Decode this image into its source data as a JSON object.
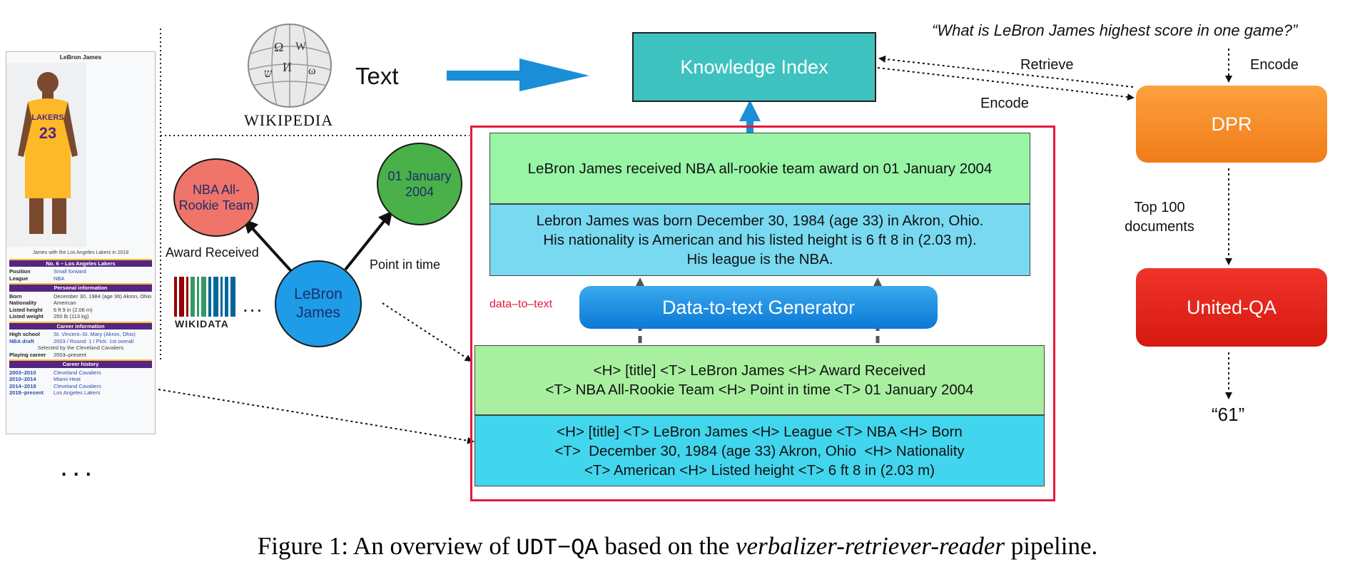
{
  "infobox": {
    "title": "LeBron James",
    "photo_caption": "James with the Los Angeles Lakers in 2018",
    "jersey_team": "LAKERS",
    "jersey_number": "23",
    "header_team": "No. 6 – Los Angeles Lakers",
    "basic_rows": [
      {
        "key": "Position",
        "value": "Small forward"
      },
      {
        "key": "League",
        "value": "NBA"
      }
    ],
    "personal_header": "Personal information",
    "personal_rows": [
      {
        "key": "Born",
        "value": "December 30, 1984 (age 36) Akron, Ohio"
      },
      {
        "key": "Nationality",
        "value": "American"
      },
      {
        "key": "Listed height",
        "value": "6 ft 9 in (2.06 m)"
      },
      {
        "key": "Listed weight",
        "value": "250 lb (113 kg)"
      }
    ],
    "career_header": "Career information",
    "career_rows": [
      {
        "key": "High school",
        "value": "St. Vincent–St. Mary (Akron, Ohio)"
      },
      {
        "key": "NBA draft",
        "value": "2003 / Round: 1 / Pick: 1st overall"
      }
    ],
    "draft_note": "Selected by the Cleveland Cavaliers",
    "playing_career": {
      "key": "Playing career",
      "value": "2003–present"
    },
    "history_header": "Career history",
    "history_rows": [
      {
        "key": "2003–2010",
        "value": "Cleveland Cavaliers"
      },
      {
        "key": "2010–2014",
        "value": "Miami Heat"
      },
      {
        "key": "2014–2018",
        "value": "Cleveland Cavaliers"
      },
      {
        "key": "2018–present",
        "value": "Los Angeles Lakers"
      }
    ]
  },
  "wikipedia": {
    "wordmark": "WIKIPEDIA"
  },
  "text_label": "Text",
  "wikidata": {
    "wordmark": "WIKIDATA",
    "ellipsis": "..."
  },
  "ellipsis_big": "...",
  "graph": {
    "node_award": "NBA All-Rookie Team",
    "node_date": "01 January 2004",
    "node_lebron": "LeBron James",
    "edge_award": "Award Received",
    "edge_time": "Point in time"
  },
  "knowledge_index": "Knowledge Index",
  "verbalized": {
    "box1": "LeBron James received NBA all-rookie team award on 01 January 2004",
    "box2_lines": [
      "Lebron James was born December 30, 1984 (age 33) in Akron, Ohio.",
      "His nationality is American and his listed height is 6 ft 8 in (2.03 m).",
      "His league is the NBA."
    ]
  },
  "generator": {
    "label": "Data-to-text Generator",
    "side_label": "data–to–text"
  },
  "linearized": {
    "box1_lines": [
      "<H> [title] <T> LeBron James <H> Award Received",
      "<T> NBA All-Rookie Team <H> Point in time <T> 01 January 2004"
    ],
    "box2_lines": [
      "<H> [title] <T> LeBron James <H> League <T> NBA <H> Born",
      "<T>  December 30, 1984 (age 33) Akron, Ohio  <H> Nationality",
      "<T> American <H> Listed height <T> 6 ft 8 in (2.03 m)"
    ]
  },
  "pipeline": {
    "question": "“What is LeBron James highest score in one game?”",
    "retrieve": "Retrieve",
    "encode_left": "Encode",
    "encode_right": "Encode",
    "dpr": "DPR",
    "top_docs": "Top 100 documents",
    "reader": "United-QA",
    "answer": "“61”"
  },
  "caption": {
    "prefix": "Figure 1: An overview of ",
    "system": "UDT−QA",
    "middle": " based on the ",
    "pipeline_name": "verbalizer-retriever-reader",
    "suffix": " pipeline."
  },
  "colors": {
    "knowledge_index": "#3ec2c0",
    "red_frame": "#e4193b",
    "green_box": "#98f5a6",
    "blue_box": "#78d9f0",
    "dpr": "#f58b28",
    "reader": "#e5251c",
    "node_award": "#f07469",
    "node_date": "#4ab04a",
    "node_lebron": "#1e9ce8"
  }
}
